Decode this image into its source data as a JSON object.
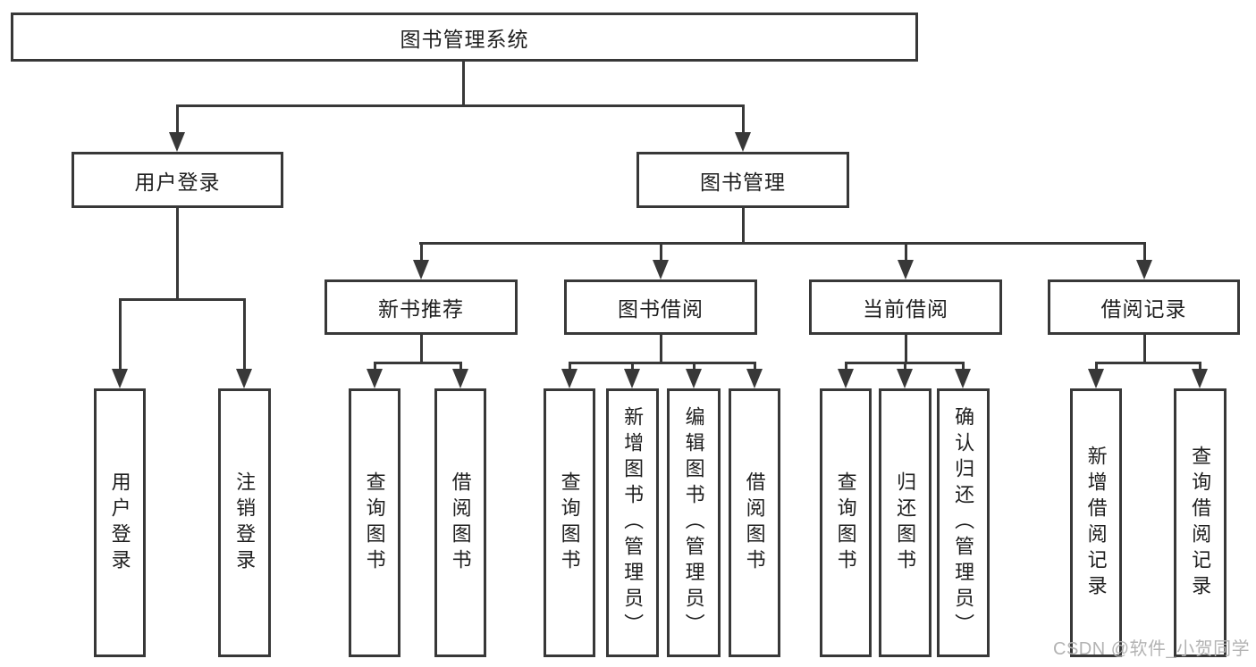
{
  "colors": {
    "line": "#383838",
    "text": "#1f1f1f",
    "background": "#ffffff",
    "watermark": "#b3b3b3"
  },
  "root": {
    "label": "图书管理系统"
  },
  "level2": {
    "user_login": {
      "label": "用户登录"
    },
    "book_management": {
      "label": "图书管理"
    }
  },
  "level3": {
    "new_book_recommend": {
      "label": "新书推荐"
    },
    "book_borrow": {
      "label": "图书借阅"
    },
    "current_borrow": {
      "label": "当前借阅"
    },
    "borrow_records": {
      "label": "借阅记录"
    }
  },
  "level4": {
    "user_login": [
      "用户登录",
      "注销登录"
    ],
    "new_book_recommend": [
      "查询图书",
      "借阅图书"
    ],
    "book_borrow": [
      "查询图书",
      "新增图书（管理员）",
      "编辑图书（管理员）",
      "借阅图书"
    ],
    "current_borrow": [
      "查询图书",
      "归还图书",
      "确认归还（管理员）"
    ],
    "borrow_records": [
      "新增借阅记录",
      "查询借阅记录"
    ]
  },
  "watermark": {
    "text": "CSDN @软件_小贺同学"
  }
}
